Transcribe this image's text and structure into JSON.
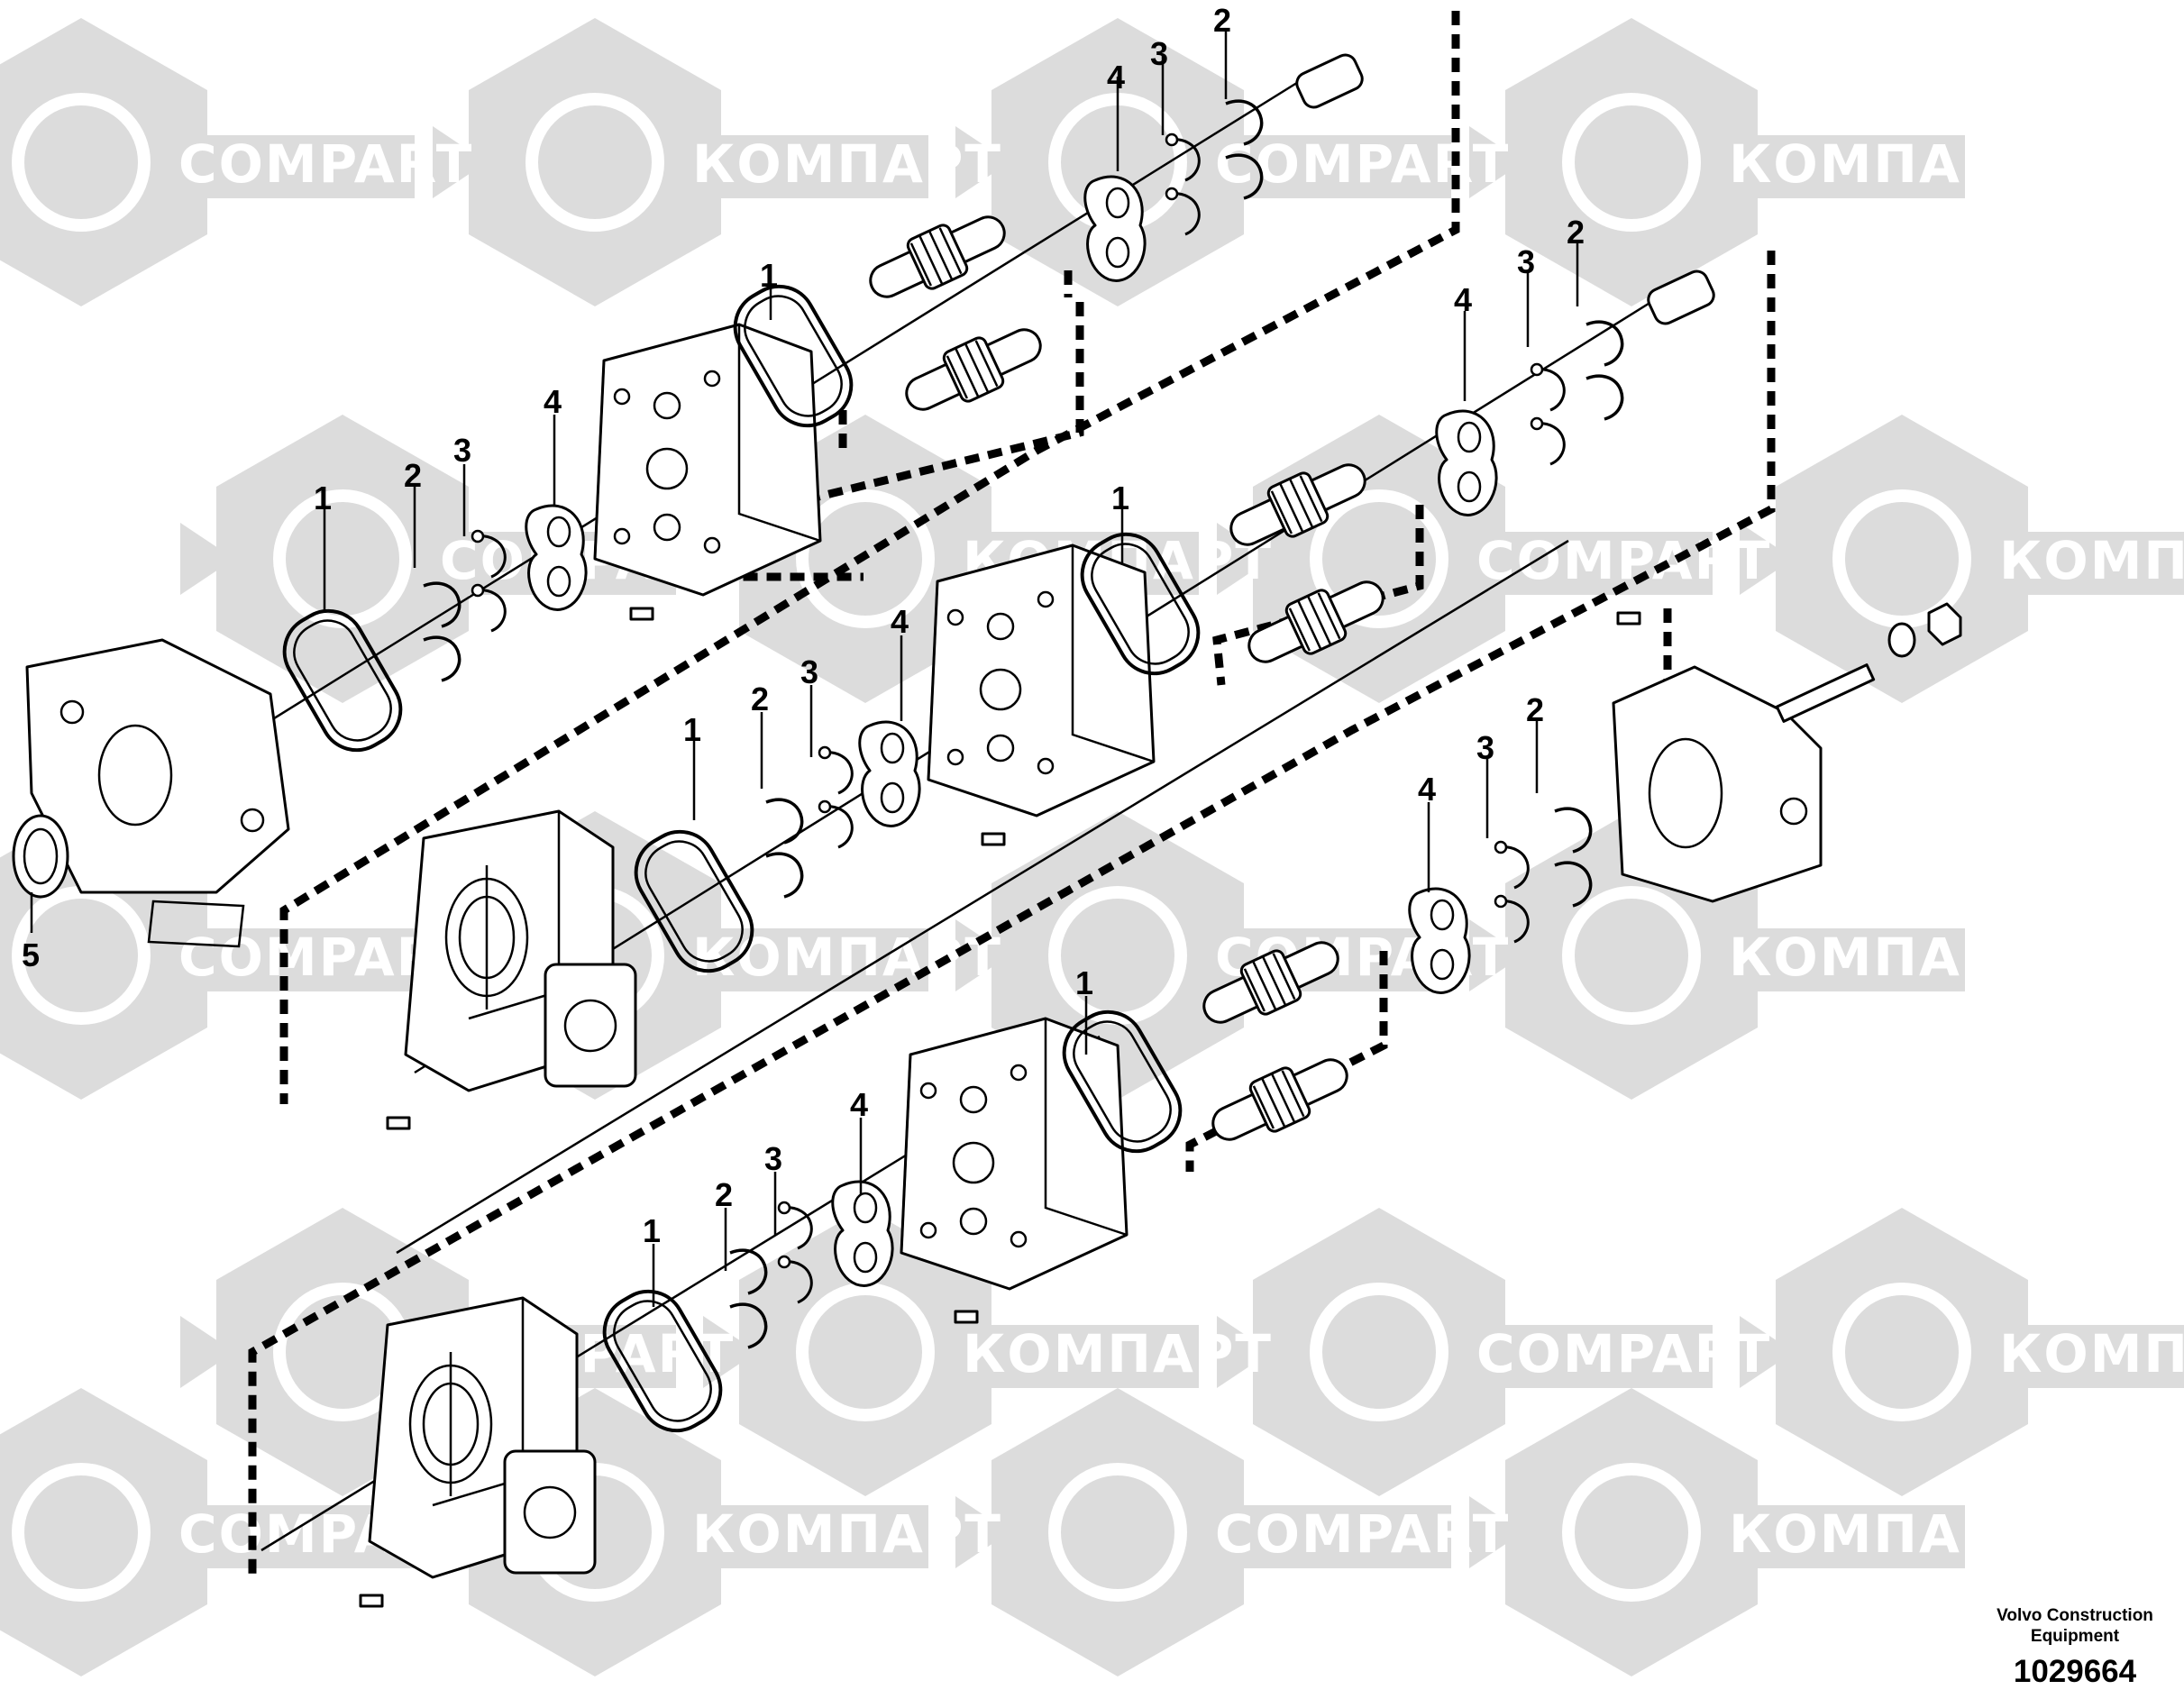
{
  "watermarks": [
    {
      "text": "COMPART"
    },
    {
      "text": "КОМПАРТ"
    },
    {
      "text": "COMPART"
    },
    {
      "text": "КОМПАРТ"
    },
    {
      "text": "COMPART"
    },
    {
      "text": "КОМПАРТ"
    },
    {
      "text": "COMPART"
    },
    {
      "text": "КОМПАРТ"
    },
    {
      "text": "COMPART"
    },
    {
      "text": "КОМПАРТ"
    },
    {
      "text": "COMPART"
    },
    {
      "text": "КОМПАРТ"
    },
    {
      "text": "COMPART"
    },
    {
      "text": "КОМПАРТ"
    },
    {
      "text": "COMPART"
    },
    {
      "text": "КОМПАРТ"
    },
    {
      "text": "COMPART"
    },
    {
      "text": "КОМПАРТ"
    },
    {
      "text": "COMPART"
    },
    {
      "text": "КОМПАРТ"
    },
    {
      "text": "COMPART"
    },
    {
      "text": "КОМПАРТ"
    },
    {
      "text": "COMPART"
    },
    {
      "text": "КОМПАРТ"
    }
  ],
  "callouts": [
    {
      "label": "2"
    },
    {
      "label": "3"
    },
    {
      "label": "4"
    },
    {
      "label": "1"
    },
    {
      "label": "1"
    },
    {
      "label": "2"
    },
    {
      "label": "3"
    },
    {
      "label": "4"
    },
    {
      "label": "2"
    },
    {
      "label": "3"
    },
    {
      "label": "4"
    },
    {
      "label": "1"
    },
    {
      "label": "1"
    },
    {
      "label": "2"
    },
    {
      "label": "3"
    },
    {
      "label": "4"
    },
    {
      "label": "2"
    },
    {
      "label": "3"
    },
    {
      "label": "4"
    },
    {
      "label": "1"
    },
    {
      "label": "1"
    },
    {
      "label": "2"
    },
    {
      "label": "3"
    },
    {
      "label": "4"
    },
    {
      "label": "5"
    }
  ],
  "caption": {
    "line1": "Volvo Construction",
    "line2": "Equipment",
    "number": "1029664"
  },
  "colors": {
    "watermark": "#dcdcdc",
    "line": "#000000",
    "background": "#ffffff"
  }
}
